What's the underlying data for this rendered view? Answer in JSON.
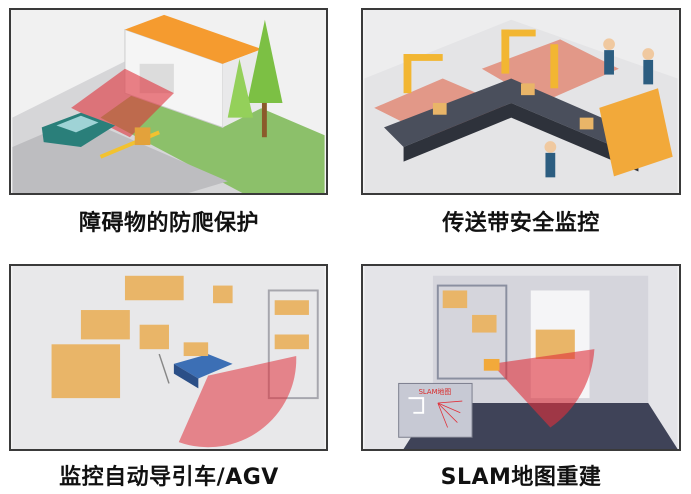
{
  "panels": [
    {
      "caption": "障碍物的防爬保护"
    },
    {
      "caption": "传送带安全监控"
    },
    {
      "caption": "监控自动导引车/AGV"
    },
    {
      "caption": "SLAM地图重建"
    }
  ],
  "map_label": "SLAM地图",
  "colors": {
    "scan_red": "#e0303a",
    "orange": "#f39a2c",
    "box": "#e9b568",
    "floor": "#cfcfd3"
  }
}
